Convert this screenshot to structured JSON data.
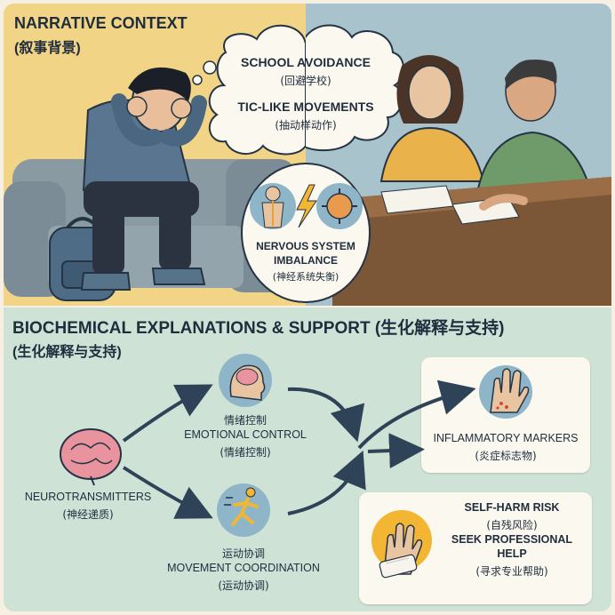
{
  "narrative": {
    "title_en": "NARRATIVE CONTEXT",
    "title_zh": "(叙事背景)",
    "cloud": {
      "line1_en": "SCHOOL AVOIDANCE",
      "line1_zh": "(回避学校)",
      "line2_en": "TIC-LIKE MOVEMENTS",
      "line2_zh": "(抽动样动作)"
    },
    "nervous": {
      "en1": "NERVOUS SYSTEM",
      "en2": "IMBALANCE",
      "zh": "(神经系统失衡)"
    }
  },
  "biochem": {
    "title_line1": "BIOCHEMICAL EXPLANATIONS & SUPPORT (生化解释与支持)",
    "title_line2": "(生化解释与支持)",
    "neurotransmitters": {
      "en": "NEUROTRANSMITTERS",
      "zh": "(神经递质)"
    },
    "emotional": {
      "zh_top": "情绪控制",
      "en": "EMOTIONAL CONTROL",
      "zh": "(情绪控制)"
    },
    "movement": {
      "zh_top": "运动协调",
      "en": "MOVEMENT COORDINATION",
      "zh": "(运动协调)"
    },
    "inflammatory": {
      "en": "INFLAMMATORY MARKERS",
      "zh": "(炎症标志物)"
    },
    "selfharm": {
      "en1": "SELF-HARM RISK",
      "zh1": "(自残风险)",
      "en2": "SEEK PROFESSIONAL",
      "en3": "HELP",
      "zh2": "(寻求专业帮助)"
    }
  },
  "colors": {
    "narrative_bg": "#f1d486",
    "parents_bg": "#a9c3cc",
    "biochem_bg": "#cfe2d6",
    "arrow": "#2e4357",
    "icon_circle": "#8fb6c8"
  },
  "icons": [
    "brain-icon",
    "head-brain-icon",
    "running-person-icon",
    "hand-rash-icon",
    "bandaged-hand-icon",
    "nerve-body-icon",
    "virus-icon",
    "lightning-icon",
    "backpack-icon"
  ]
}
